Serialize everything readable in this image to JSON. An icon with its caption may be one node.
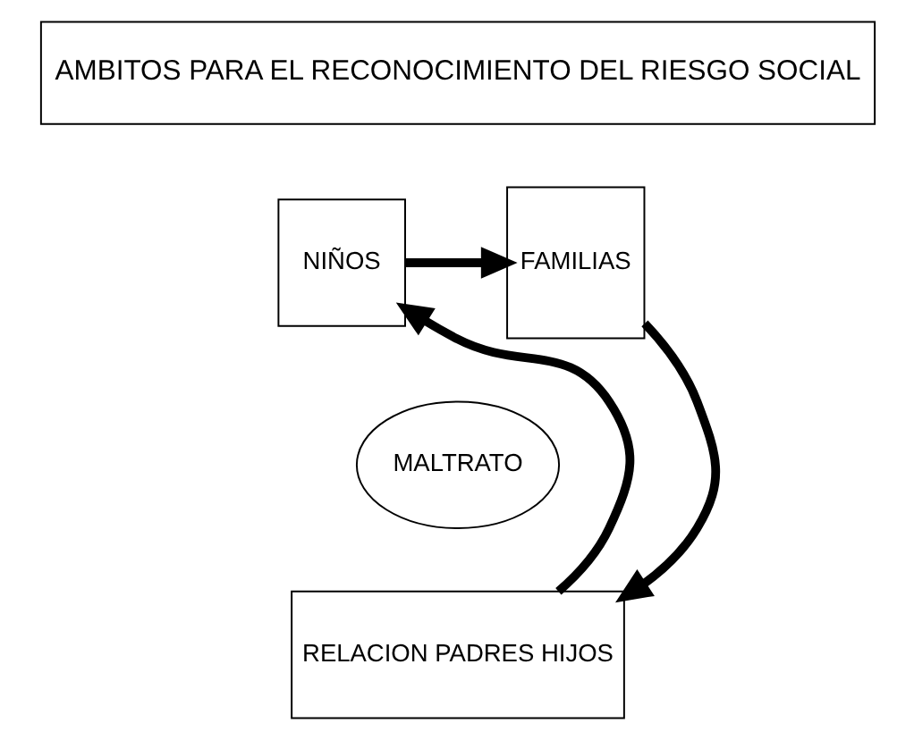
{
  "diagram": {
    "nodes": [
      {
        "text": [
          "AMBITOS PARA EL RECONOCIMIENTO DEL RIESGO SOCIAL"
        ]
      },
      {
        "text": [
          "NIÑOS"
        ]
      },
      {
        "text": [
          "FAMILIAS"
        ]
      },
      {
        "text": [
          "MALTRATO"
        ]
      },
      {
        "text": [
          "RELACION PADRES HIJOS"
        ]
      }
    ],
    "edges": [
      {
        "from": 1,
        "to": 2,
        "arrow": "to"
      },
      {
        "from": 2,
        "to": 4,
        "arrow": "to"
      },
      {
        "from": 4,
        "to": 1,
        "arrow": "to"
      }
    ]
  }
}
